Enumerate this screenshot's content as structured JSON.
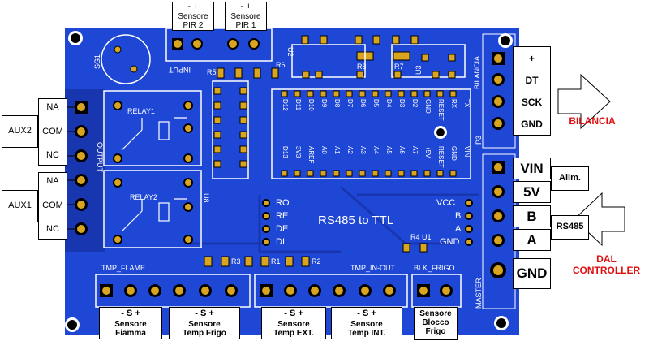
{
  "header": {
    "pir2": {
      "pins": "-   +",
      "label": "Sensore\nPIR 2"
    },
    "pir1": {
      "pins": "-   +",
      "label": "Sensore\nPIR 1"
    }
  },
  "board": {
    "sg1": "SG1",
    "input": "INPUT",
    "output": "OUTPUT",
    "relay1": "RELAY1",
    "relay2": "RELAY2",
    "u8": "U8",
    "u2": "U2",
    "u3": "U3",
    "r5": "R5",
    "r6": "R6",
    "r8": "R8",
    "r7": "R7",
    "r3": "R3",
    "r1": "R1",
    "r2": "R2",
    "r4": "R4",
    "u1": "U1",
    "bilancia_silk": "BILANCIA",
    "master_silk": "MASTER",
    "p3": "P3",
    "arduino_top": [
      "D12",
      "D11",
      "D10",
      "D9",
      "D8",
      "D7",
      "D6",
      "D5",
      "D4",
      "D3",
      "D2",
      "GND",
      "RESET",
      "RX",
      "TX"
    ],
    "arduino_bottom": [
      "D13",
      "3V3",
      "AREF",
      "A0",
      "A1",
      "A2",
      "A3",
      "A4",
      "A5",
      "A6",
      "A7",
      "+5V",
      "RESET",
      "GND",
      "VIN"
    ],
    "rs_pins": [
      "RO",
      "RE",
      "DE",
      "DI"
    ],
    "rs_right": [
      "VCC",
      "B",
      "A",
      "GND"
    ],
    "rs485": "RS485 to TTL",
    "tmp_flame": "TMP_FLAME",
    "tmp_in_out": "TMP_IN-OUT",
    "blk_frigo": "BLK_FRIGO"
  },
  "left": {
    "aux2": {
      "name": "AUX2",
      "pins": [
        "NA",
        "COM",
        "NC"
      ]
    },
    "aux1": {
      "name": "AUX1",
      "pins": [
        "NA",
        "COM",
        "NC"
      ]
    }
  },
  "right": {
    "bilancia_pins": [
      "+",
      "DT",
      "SCK",
      "GND"
    ],
    "bilancia": "BILANCIA",
    "vin": "VIN",
    "v5": "5V",
    "alim": "Alim.",
    "b": "B",
    "a": "A",
    "rs485": "RS485",
    "gnd": "GND",
    "dal_controller": "DAL\nCONTROLLER"
  },
  "bottom": {
    "fiamma": {
      "pins": "-  S  +",
      "label": "Sensore\nFiamma"
    },
    "frigo": {
      "pins": "-  S  +",
      "label": "Sensore\nTemp Frigo"
    },
    "ext": {
      "pins": "-  S  +",
      "label": "Sensore\nTemp EXT."
    },
    "int": {
      "pins": "-  S  +",
      "label": "Sensore\nTemp INT."
    },
    "blocco": {
      "label": "Sensore\nBlocco\nFrigo"
    }
  },
  "colors": {
    "board": "#1f47d6",
    "board_dark": "#1836b0",
    "pad": "#d9a520",
    "silk": "#ffffff",
    "accent_red": "#e01010"
  }
}
